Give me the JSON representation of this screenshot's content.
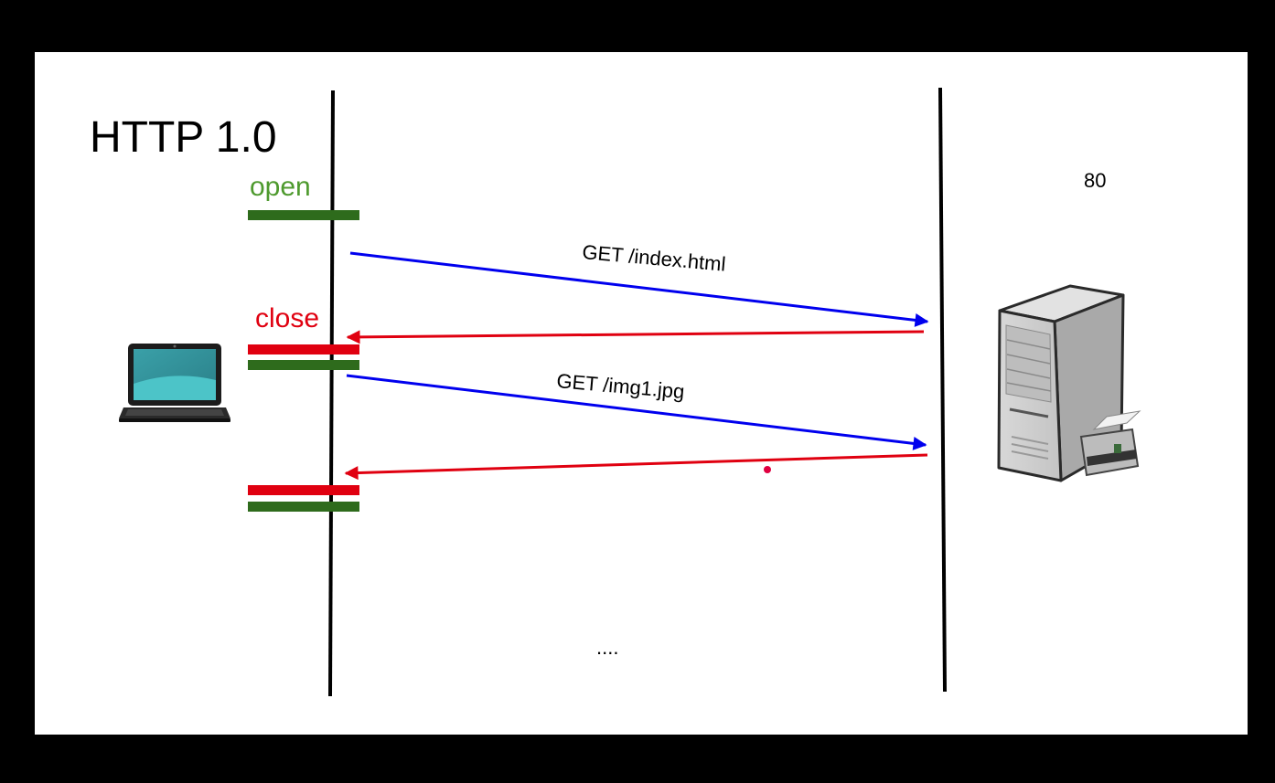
{
  "title": "HTTP 1.0",
  "port_label": "80",
  "legend": {
    "open_label": "open",
    "close_label": "close"
  },
  "messages": [
    {
      "label": "GET /index.html",
      "direction": "request"
    },
    {
      "label": "",
      "direction": "response"
    },
    {
      "label": "GET /img1.jpg",
      "direction": "request"
    },
    {
      "label": "",
      "direction": "response"
    }
  ],
  "ellipsis": "....",
  "colors": {
    "frame": "#000000",
    "canvas": "#ffffff",
    "request_arrow": "#0000ee",
    "response_arrow": "#e00010",
    "open_bar": "#2e6b1c",
    "close_bar": "#e00010",
    "open_text": "#4e9a2e",
    "close_text": "#e00010",
    "lifeline": "#000000"
  },
  "icons": {
    "client": "laptop-icon",
    "server": "server-tower-icon"
  }
}
